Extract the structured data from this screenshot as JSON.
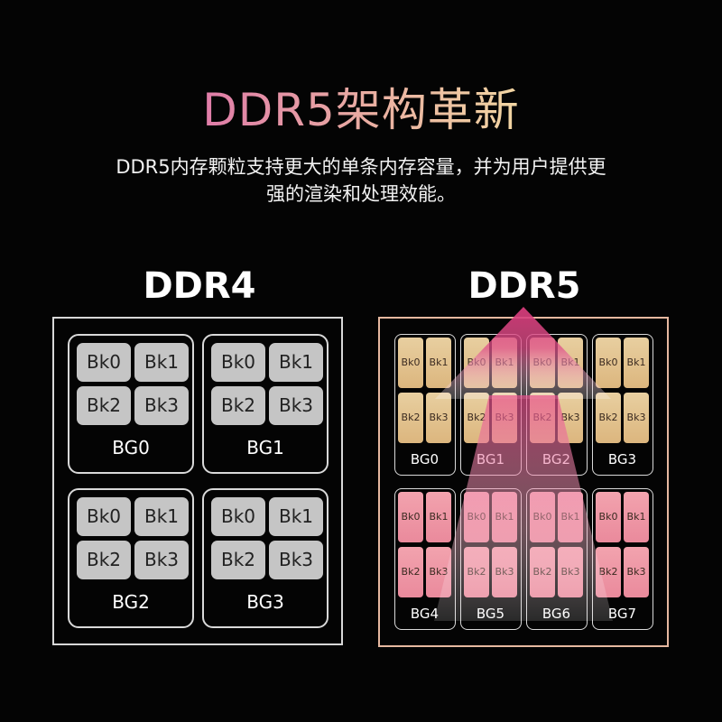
{
  "title": "DDR5架构革新",
  "subtitle_line1": "DDR5内存颗粒支持更大的单条内存容量，并为用户提供更",
  "subtitle_line2": "强的渲染和处理效能。",
  "ddr4": {
    "label": "DDR4",
    "groups": [
      {
        "name": "BG0",
        "banks": [
          "Bk0",
          "Bk1",
          "Bk2",
          "Bk3"
        ]
      },
      {
        "name": "BG1",
        "banks": [
          "Bk0",
          "Bk1",
          "Bk2",
          "Bk3"
        ]
      },
      {
        "name": "BG2",
        "banks": [
          "Bk0",
          "Bk1",
          "Bk2",
          "Bk3"
        ]
      },
      {
        "name": "BG3",
        "banks": [
          "Bk0",
          "Bk1",
          "Bk2",
          "Bk3"
        ]
      }
    ]
  },
  "ddr5": {
    "label": "DDR5",
    "groups": [
      {
        "name": "BG0",
        "banks": [
          "Bk0",
          "Bk1",
          "Bk2",
          "Bk3"
        ]
      },
      {
        "name": "BG1",
        "banks": [
          "Bk0",
          "Bk1",
          "Bk2",
          "Bk3"
        ]
      },
      {
        "name": "BG2",
        "banks": [
          "Bk0",
          "Bk1",
          "Bk2",
          "Bk3"
        ]
      },
      {
        "name": "BG3",
        "banks": [
          "Bk0",
          "Bk1",
          "Bk2",
          "Bk3"
        ]
      },
      {
        "name": "BG4",
        "banks": [
          "Bk0",
          "Bk1",
          "Bk2",
          "Bk3"
        ]
      },
      {
        "name": "BG5",
        "banks": [
          "Bk0",
          "Bk1",
          "Bk2",
          "Bk3"
        ]
      },
      {
        "name": "BG6",
        "banks": [
          "Bk0",
          "Bk1",
          "Bk2",
          "Bk3"
        ]
      },
      {
        "name": "BG7",
        "banks": [
          "Bk0",
          "Bk1",
          "Bk2",
          "Bk3"
        ]
      }
    ]
  },
  "colors": {
    "background": "#040404",
    "ddr4_bank": "#c5c5c5",
    "ddr5_bank_top": "#dcb67e",
    "ddr5_bank_bottom": "#ea8a9c",
    "arrow": "#d63a7a"
  }
}
